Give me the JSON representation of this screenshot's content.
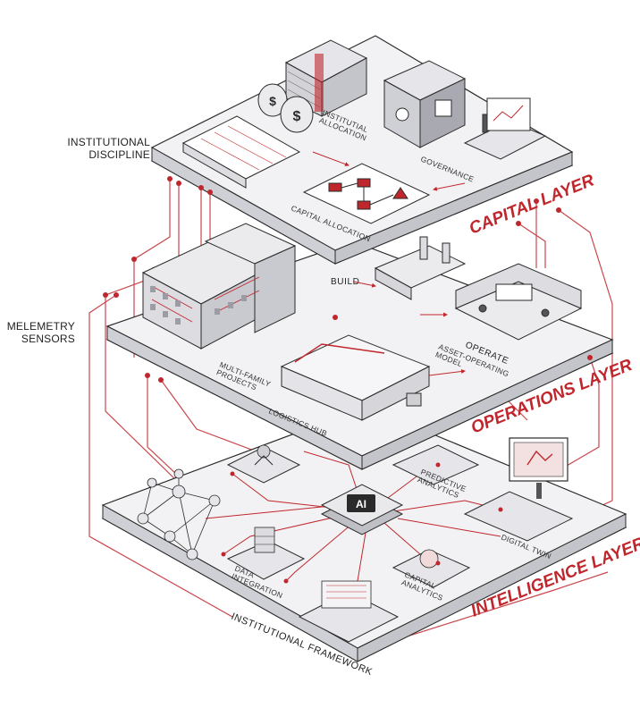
{
  "side_labels": {
    "institutional_discipline": "INSTITUTIONAL\nDISCIPLINE",
    "telemetry_sensors": "MELEMETRY\nSENSORS"
  },
  "layers": {
    "capital": "CAPITAL LAYER",
    "operations": "OPERATIONS LAYER",
    "intelligence": "INTELLIGENCE LAYER"
  },
  "capital_labels": {
    "allocation_top": "INSTITUTIAL\nALLOCATION",
    "governance": "GOVERNANCE",
    "capital_allocation": "CAPITAL ALLOCATION"
  },
  "operations_labels": {
    "build": "BUILD",
    "operate": "OPERATE",
    "asset_operating": "ASSET-OPERATING\nMODEL",
    "multi_family": "MULTI-FAMILY\nPROJECTS",
    "logistics": "LOGISTICS HUB"
  },
  "intelligence_labels": {
    "ai_chip": "AI",
    "predictive": "PREDICTIVE\nANALYTICS",
    "digital_twin": "DIGITAL TWIN",
    "data_integration": "DATA\nINTEGRATION",
    "capital_analytics": "CAPITAL\nANALYTICS"
  },
  "footer": "INSTITUTIONAL FRAMEWORK",
  "colors": {
    "accent": "#c0272d",
    "platform_top": "#f2f2f4",
    "platform_side": "#d9dade",
    "line": "#2a2a2a"
  }
}
